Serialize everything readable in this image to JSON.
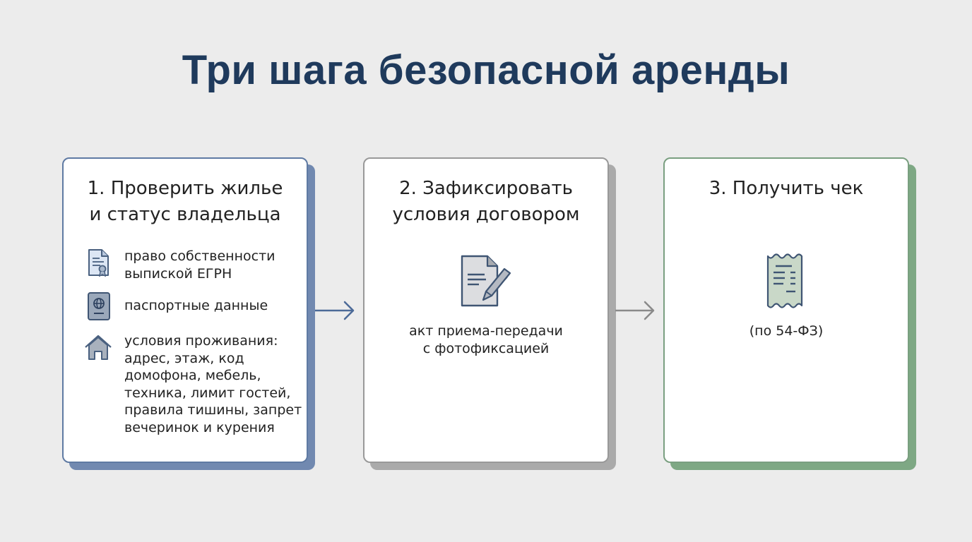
{
  "title": "Три шага безопасной аренды",
  "colors": {
    "title": "#1f3a5c",
    "step1_accent": "#7189b0",
    "step2_accent": "#a8a8a8",
    "step3_accent": "#7ea884",
    "background": "#ececec"
  },
  "steps": [
    {
      "title": "1. Проверить жилье\nи статус владельца",
      "items": [
        {
          "icon": "certificate-document-icon",
          "text": "право собственности\nвыпиской ЕГРН"
        },
        {
          "icon": "passport-icon",
          "text": "паспортные данные"
        },
        {
          "icon": "house-icon",
          "text": "условия проживания:\nадрес, этаж, код\nдомофона, мебель,\nтехника, лимит гостей,\nправила тишины, запрет\nвечеринок и курения"
        }
      ]
    },
    {
      "title": "2. Зафиксировать\nусловия договором",
      "icon": "document-pen-icon",
      "text": "акт приема-передачи\nс фотофиксацией"
    },
    {
      "title": "3. Получить чек",
      "icon": "receipt-icon",
      "text": "(по 54-ФЗ)"
    }
  ],
  "arrows": [
    {
      "icon": "arrow-right-icon",
      "from": 1,
      "to": 2
    },
    {
      "icon": "arrow-right-icon",
      "from": 2,
      "to": 3
    }
  ]
}
